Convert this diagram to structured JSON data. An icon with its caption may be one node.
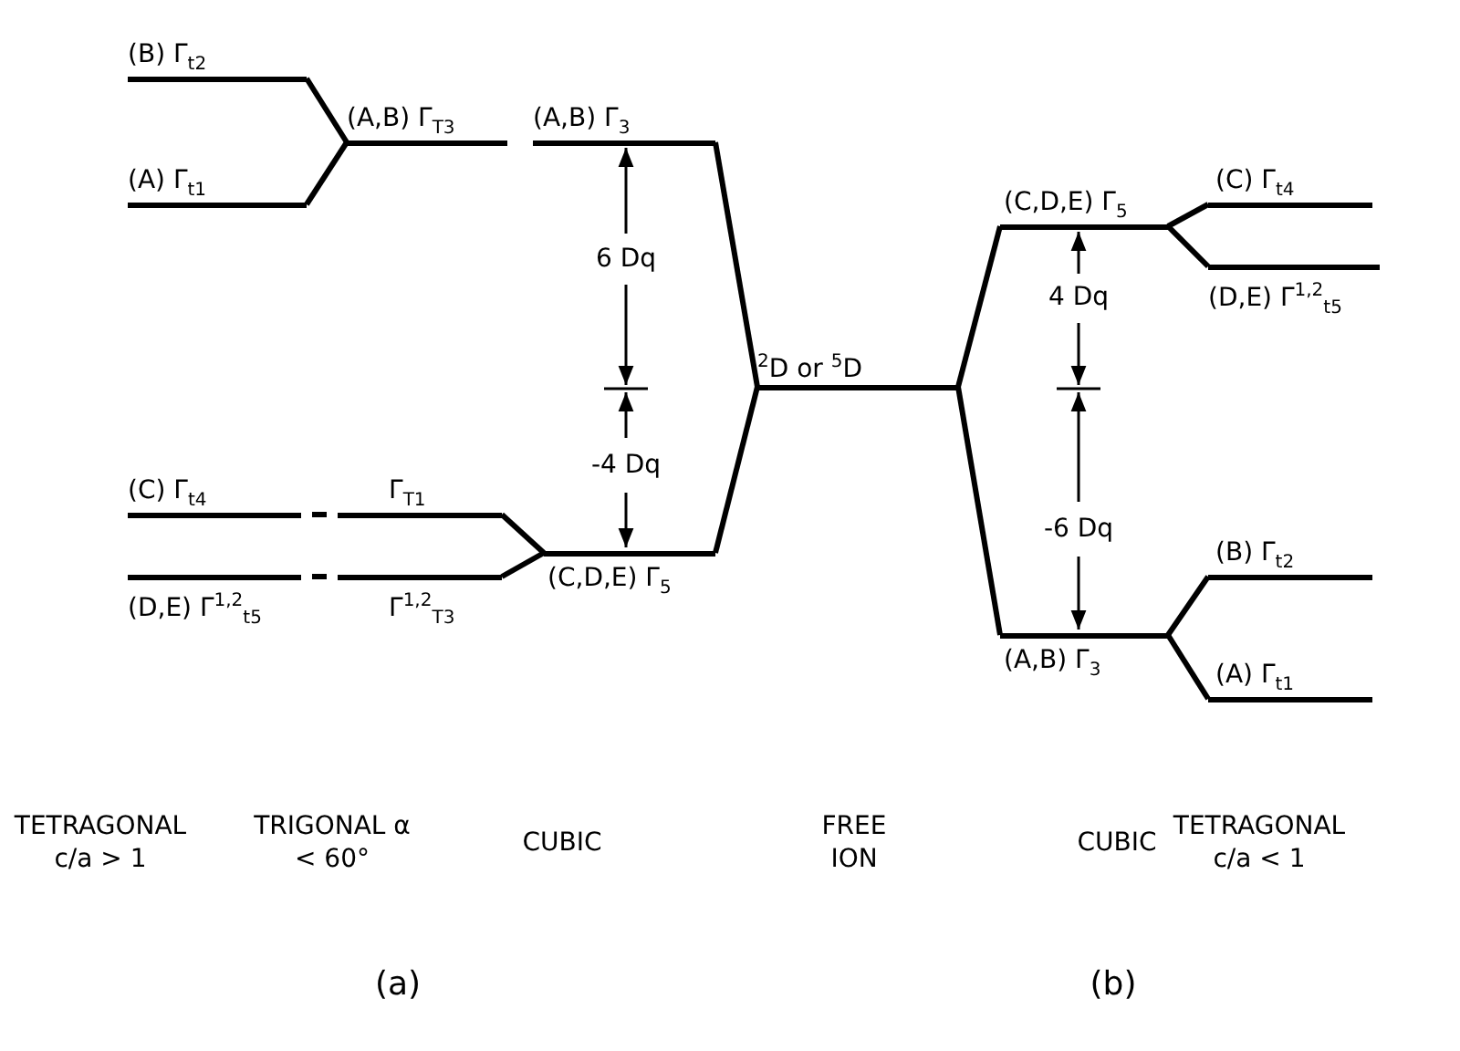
{
  "diagram": {
    "nodes": [
      {
        "text": [
          "(B) Γ$_{t2}$"
        ]
      },
      {
        "text": [
          "(A) Γ$_{t1}$"
        ]
      },
      {
        "text": [
          "(A,B) Γ$_{T3}$"
        ]
      },
      {
        "text": [
          "(A,B) Γ$_{3}$"
        ]
      },
      {
        "text": [
          "(C) Γ$_{t4}$"
        ]
      },
      {
        "text": [
          "(D,E) Γ$^{1,2}$$_{t5}$"
        ]
      },
      {
        "text": [
          "Γ$_{T1}$"
        ]
      },
      {
        "text": [
          "Γ$^{1,2}$$_{T3}$"
        ]
      },
      {
        "text": [
          "(C,D,E) Γ$_{5}$"
        ]
      },
      {
        "text": [
          "$^{2}$D or $^{5}$D"
        ]
      },
      {
        "text": [
          "(C,D,E) Γ$_{5}$"
        ]
      },
      {
        "text": [
          "(C) Γ$_{t4}$"
        ]
      },
      {
        "text": [
          "(D,E) Γ$^{1,2}$$_{t5}$"
        ]
      },
      {
        "text": [
          "(A,B) Γ$_{3}$"
        ]
      },
      {
        "text": [
          "(B) Γ$_{t2}$"
        ]
      },
      {
        "text": [
          "(A) Γ$_{t1}$"
        ]
      }
    ],
    "edges": [
      {
        "from": 0,
        "to": 2,
        "arrow": "none"
      },
      {
        "from": 1,
        "to": 2,
        "arrow": "none"
      },
      {
        "from": 3,
        "to": 9,
        "arrow": "none"
      },
      {
        "from": 4,
        "to": 6,
        "arrow": "none",
        "style": "dashed"
      },
      {
        "from": 5,
        "to": 7,
        "arrow": "none",
        "style": "dashed"
      },
      {
        "from": 6,
        "to": 8,
        "arrow": "none"
      },
      {
        "from": 7,
        "to": 8,
        "arrow": "none"
      },
      {
        "from": 8,
        "to": 9,
        "arrow": "none"
      },
      {
        "from": 9,
        "to": 10,
        "arrow": "none"
      },
      {
        "from": 9,
        "to": 13,
        "arrow": "none"
      },
      {
        "from": 10,
        "to": 11,
        "arrow": "none"
      },
      {
        "from": 10,
        "to": 12,
        "arrow": "none"
      },
      {
        "from": 13,
        "to": 14,
        "arrow": "none"
      },
      {
        "from": 13,
        "to": 15,
        "arrow": "none"
      }
    ],
    "labels": [
      "6 Dq",
      "-4 Dq",
      "4 Dq",
      "-6 Dq",
      "TETRAGONAL c/a > 1",
      "TRIGONAL α < 60°",
      "CUBIC",
      "FREE ION",
      "CUBIC",
      "TETRAGONAL c/a < 1",
      "(a)",
      "(b)"
    ]
  }
}
